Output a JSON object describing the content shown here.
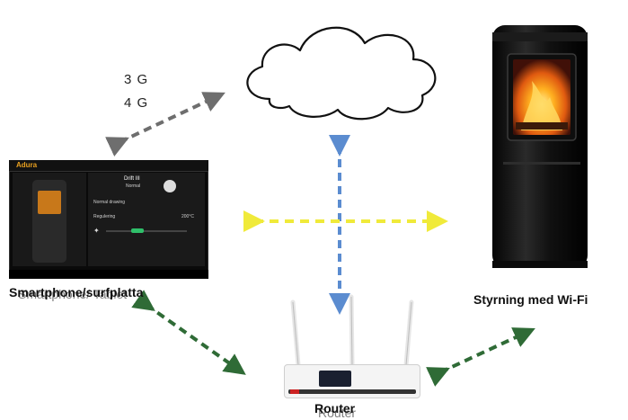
{
  "network": {
    "line1": "3 G",
    "line2": "4 G"
  },
  "labels": {
    "smartphone": "Smartphone/surfplatta",
    "smartphone_overlay": "Smartphone/ Tablet",
    "stove": "Styrning med Wi-Fi",
    "router": "Router",
    "router_overlay": "Router"
  },
  "tablet_screen": {
    "logo": "Adura",
    "mode_title": "Drift III",
    "mode_sub": "Normal",
    "row1": "Normal drawing",
    "row2": "Regulering",
    "row2_value": "200°C"
  },
  "colors": {
    "cloud_link": "#5b8cd0",
    "wifi_link": "#f0ea3a",
    "mobile_link": "#6e6e6e",
    "router_link": "#2f6b36"
  }
}
